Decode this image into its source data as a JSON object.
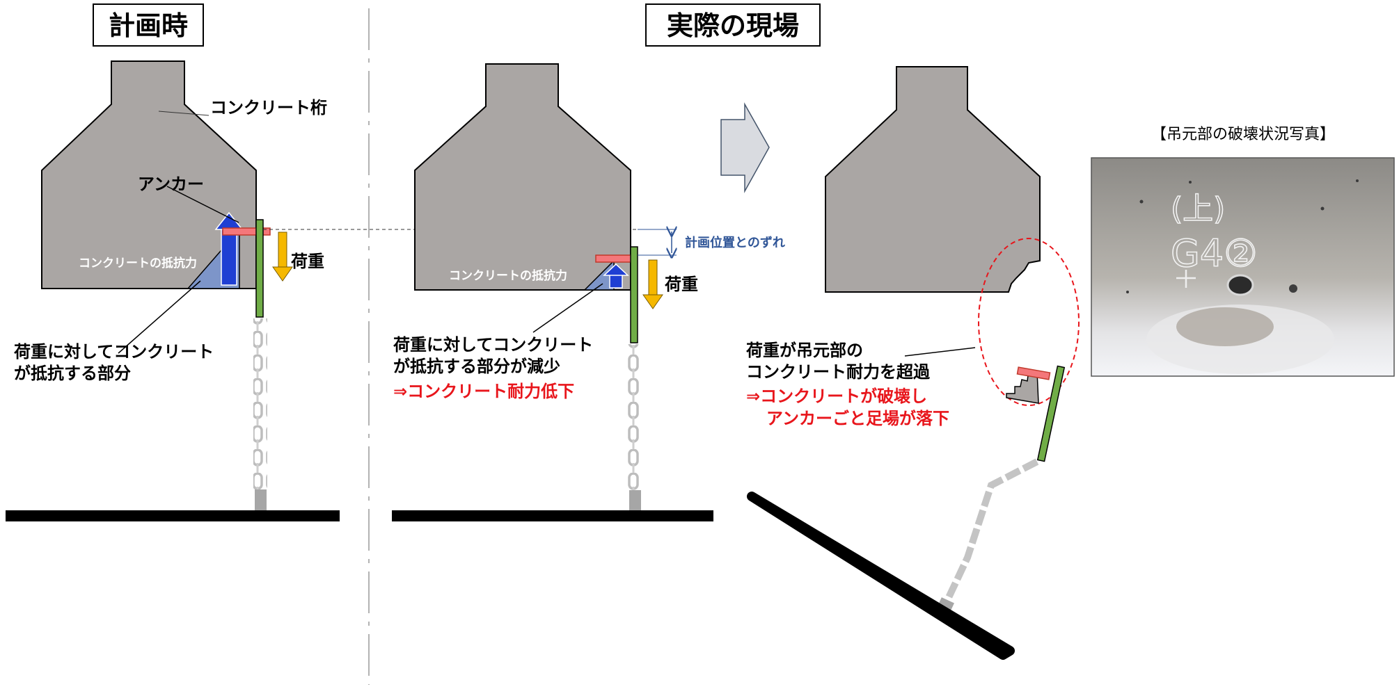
{
  "panels": {
    "plan": {
      "title": "計画時"
    },
    "actual": {
      "title": "実際の現場"
    }
  },
  "labels": {
    "girder": "コンクリート桁",
    "anchor": "アンカー",
    "resistance_plan": "コンクリートの抵抗力",
    "load_plan": "荷重",
    "part_plan_1": "荷重に対してコンクリート",
    "part_plan_2": "が抵抗する部分",
    "offset": "計画位置とのずれ",
    "resistance_actual": "コンクリートの抵抗力",
    "load_actual": "荷重",
    "part_actual_1": "荷重に対してコンクリート",
    "part_actual_2": "が抵抗する部分が減少",
    "reduce_result": "⇒コンクリート耐力低下",
    "exceed_1": "荷重が吊元部の",
    "exceed_2": "コンクリート耐力を超過",
    "failure_1": "⇒コンクリートが破壊し",
    "failure_2": "アンカーごと足場が落下",
    "photo_caption": "【吊元部の破壊状況写真】",
    "photo_mark_1": "(上)",
    "photo_mark_2": "G4②"
  },
  "colors": {
    "concrete": "#aaa6a4",
    "anchor": "#f4777a",
    "hanger": "#70ad47",
    "load_arrow": "#f5b800",
    "resist_arrow": "#1f3fd3",
    "resist_zone": "#7d95c9",
    "warning_text": "#e8151b",
    "offset_text": "#2f5597",
    "chain": "#c4c4c4"
  }
}
